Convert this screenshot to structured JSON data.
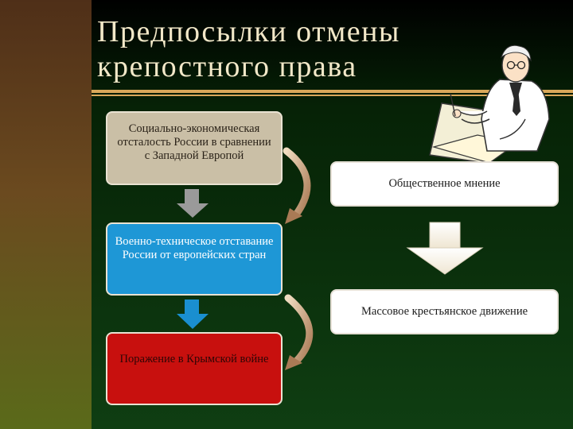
{
  "slide": {
    "title_line1": "Предпосылки отмены",
    "title_line2": "крепостного права"
  },
  "boxes": {
    "socio_economic": "Социально-экономическая отсталость России в сравнении с Западной Европой",
    "military_technical": "Военно-техническое отставание России от европейских стран",
    "crimean_war": "Поражение в Крымской войне",
    "public_opinion": "Общественное мнение",
    "peasant_movement": "Массовое крестьянское движение"
  },
  "icons": {
    "illustration": "scholar-writing-icon"
  },
  "colors": {
    "box_beige": "#cabfa6",
    "box_blue": "#1e97d6",
    "box_red": "#c8100e",
    "arrow_gray": "#9a9a9a",
    "arrow_blue": "#1a8fd0",
    "accent_gold": "#d9a85a"
  }
}
